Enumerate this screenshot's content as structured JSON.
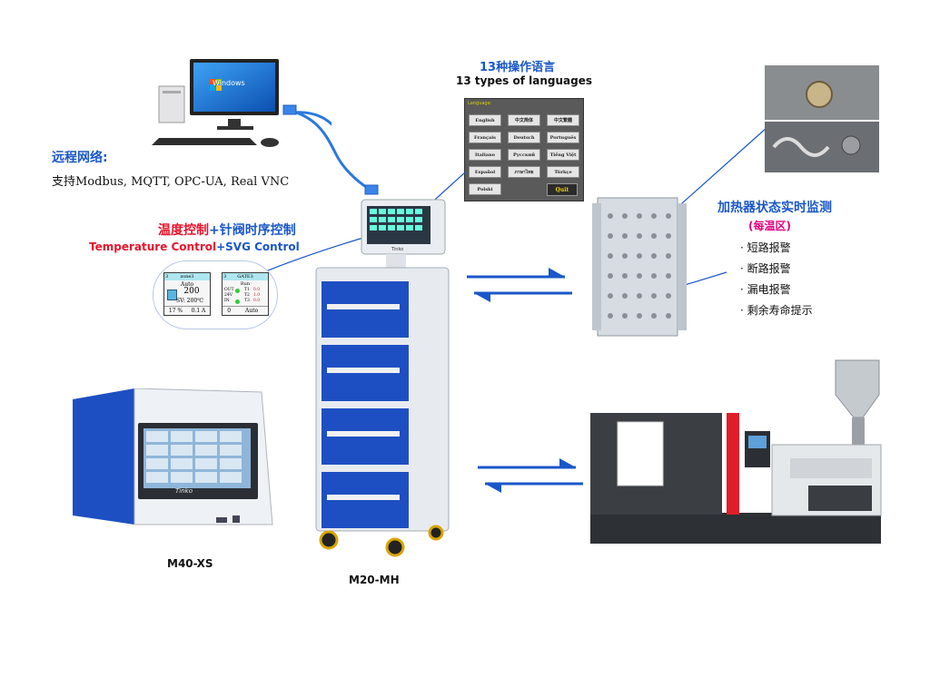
{
  "languages_panel": {
    "title_cn": "13种操作语言",
    "title_en": "13 types of languages",
    "header": "Language:",
    "buttons": [
      "English",
      "中文简体",
      "中文繁體",
      "Français",
      "Deutsch",
      "Português",
      "Italiano",
      "Русский",
      "Tiếng Việt",
      "Español",
      "ภาษาไทย",
      "Türkçe",
      "Polski"
    ],
    "quit": "Quit"
  },
  "remote": {
    "title": "远程网络:",
    "text": "支持Modbus, MQTT, OPC-UA, Real VNC",
    "monitor_logo": "Windows"
  },
  "control": {
    "title_cn_red": "温度控制",
    "title_cn_blue": "+针阀时序控制",
    "title_en_red": "Temperature Control",
    "title_en_blue": "+SVG Control"
  },
  "temp_screen": {
    "index": "3",
    "zone": "zone3",
    "mode": "Auto",
    "pv": "200",
    "sv": "SV: 200℃",
    "pct": "17 %",
    "amp": "0.1 A"
  },
  "svg_screen": {
    "index": "3",
    "gate": "GATE3",
    "status": "Run",
    "out": "OUT",
    "volt": "24V",
    "in": "IN",
    "t1": "T1",
    "t2": "T2",
    "t3": "T3",
    "v1": "0.0",
    "v2": "1.0",
    "v3": "0.0",
    "zero": "0",
    "mode": "Auto"
  },
  "heater": {
    "title": "加热器状态实时监测",
    "sub": "(每温区)",
    "items": [
      "短路报警",
      "断路报警",
      "漏电报警",
      "剩余寿命提示"
    ]
  },
  "products": {
    "m40": "M40-XS",
    "m20": "M20-MH",
    "brand": "Tinko"
  },
  "colors": {
    "blue": "#1a57c9",
    "red": "#e8142c",
    "magenta": "#e4007f",
    "cabinet_blue": "#1e4fc2"
  }
}
